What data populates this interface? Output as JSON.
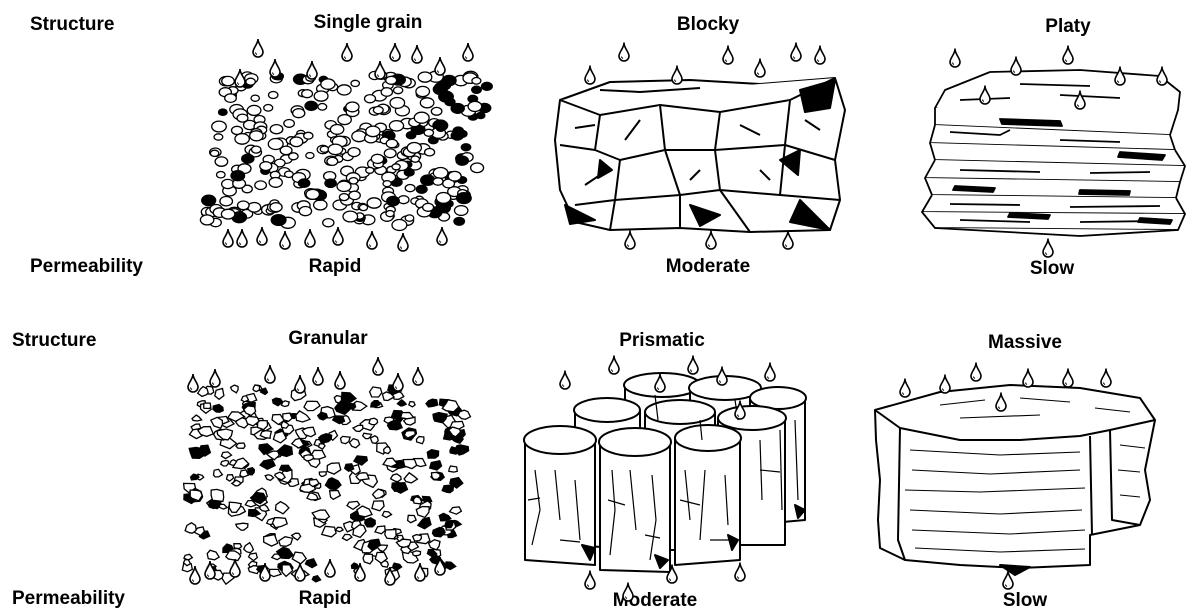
{
  "rows": [
    {
      "row_heading": "Structure",
      "permeability_heading": "Permeability",
      "items": [
        {
          "structure": "Single grain",
          "permeability": "Rapid"
        },
        {
          "structure": "Blocky",
          "permeability": "Moderate"
        },
        {
          "structure": "Platy",
          "permeability": "Slow"
        }
      ]
    },
    {
      "row_heading": "Structure",
      "permeability_heading": "Permeability",
      "items": [
        {
          "structure": "Granular",
          "permeability": "Rapid"
        },
        {
          "structure": "Prismatic",
          "permeability": "Moderate"
        },
        {
          "structure": "Massive",
          "permeability": "Slow"
        }
      ]
    }
  ]
}
